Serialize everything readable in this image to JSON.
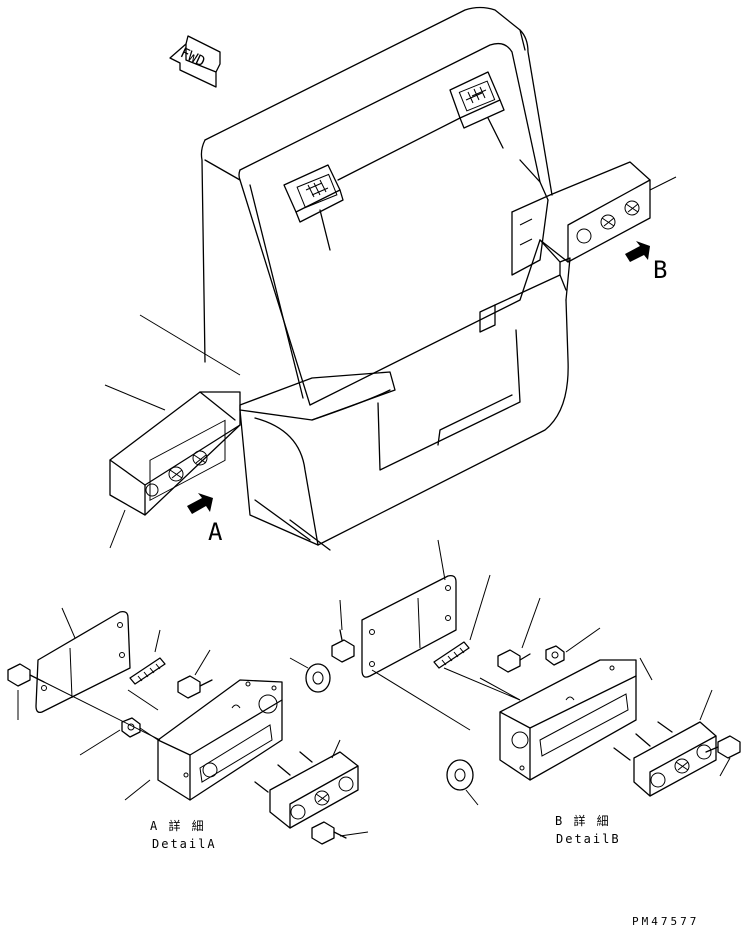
{
  "labels": {
    "fwd": "FWD",
    "arrow_a": "A",
    "arrow_b": "B",
    "detail_a_jp": "A 詳 細",
    "detail_a_en": "DetailA",
    "detail_b_jp": "B 詳 細",
    "detail_b_en": "DetailB",
    "drawing_code": "PM47577"
  }
}
